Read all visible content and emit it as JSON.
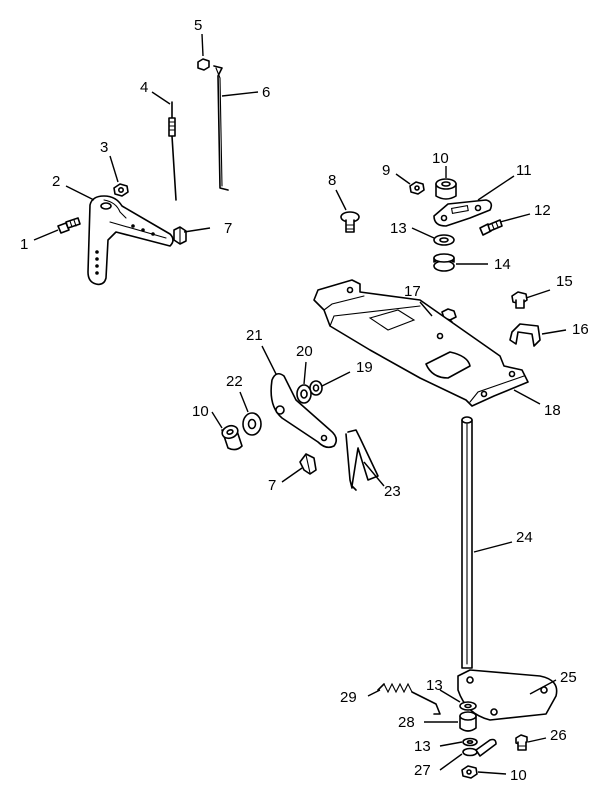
{
  "callouts": [
    {
      "id": "c1",
      "label": "1"
    },
    {
      "id": "c2",
      "label": "2"
    },
    {
      "id": "c3",
      "label": "3"
    },
    {
      "id": "c4",
      "label": "4"
    },
    {
      "id": "c5",
      "label": "5"
    },
    {
      "id": "c6",
      "label": "6"
    },
    {
      "id": "c7a",
      "label": "7"
    },
    {
      "id": "c8",
      "label": "8"
    },
    {
      "id": "c9",
      "label": "9"
    },
    {
      "id": "c10a",
      "label": "10"
    },
    {
      "id": "c11",
      "label": "11"
    },
    {
      "id": "c12",
      "label": "12"
    },
    {
      "id": "c13a",
      "label": "13"
    },
    {
      "id": "c14",
      "label": "14"
    },
    {
      "id": "c15",
      "label": "15"
    },
    {
      "id": "c16",
      "label": "16"
    },
    {
      "id": "c17",
      "label": "17"
    },
    {
      "id": "c18",
      "label": "18"
    },
    {
      "id": "c19",
      "label": "19"
    },
    {
      "id": "c20",
      "label": "20"
    },
    {
      "id": "c21",
      "label": "21"
    },
    {
      "id": "c22",
      "label": "22"
    },
    {
      "id": "c10b",
      "label": "10"
    },
    {
      "id": "c7b",
      "label": "7"
    },
    {
      "id": "c23",
      "label": "23"
    },
    {
      "id": "c24",
      "label": "24"
    },
    {
      "id": "c25",
      "label": "25"
    },
    {
      "id": "c29",
      "label": "29"
    },
    {
      "id": "c13b",
      "label": "13"
    },
    {
      "id": "c28",
      "label": "28"
    },
    {
      "id": "c13c",
      "label": "13"
    },
    {
      "id": "c26",
      "label": "26"
    },
    {
      "id": "c27",
      "label": "27"
    },
    {
      "id": "c10c",
      "label": "10"
    }
  ]
}
